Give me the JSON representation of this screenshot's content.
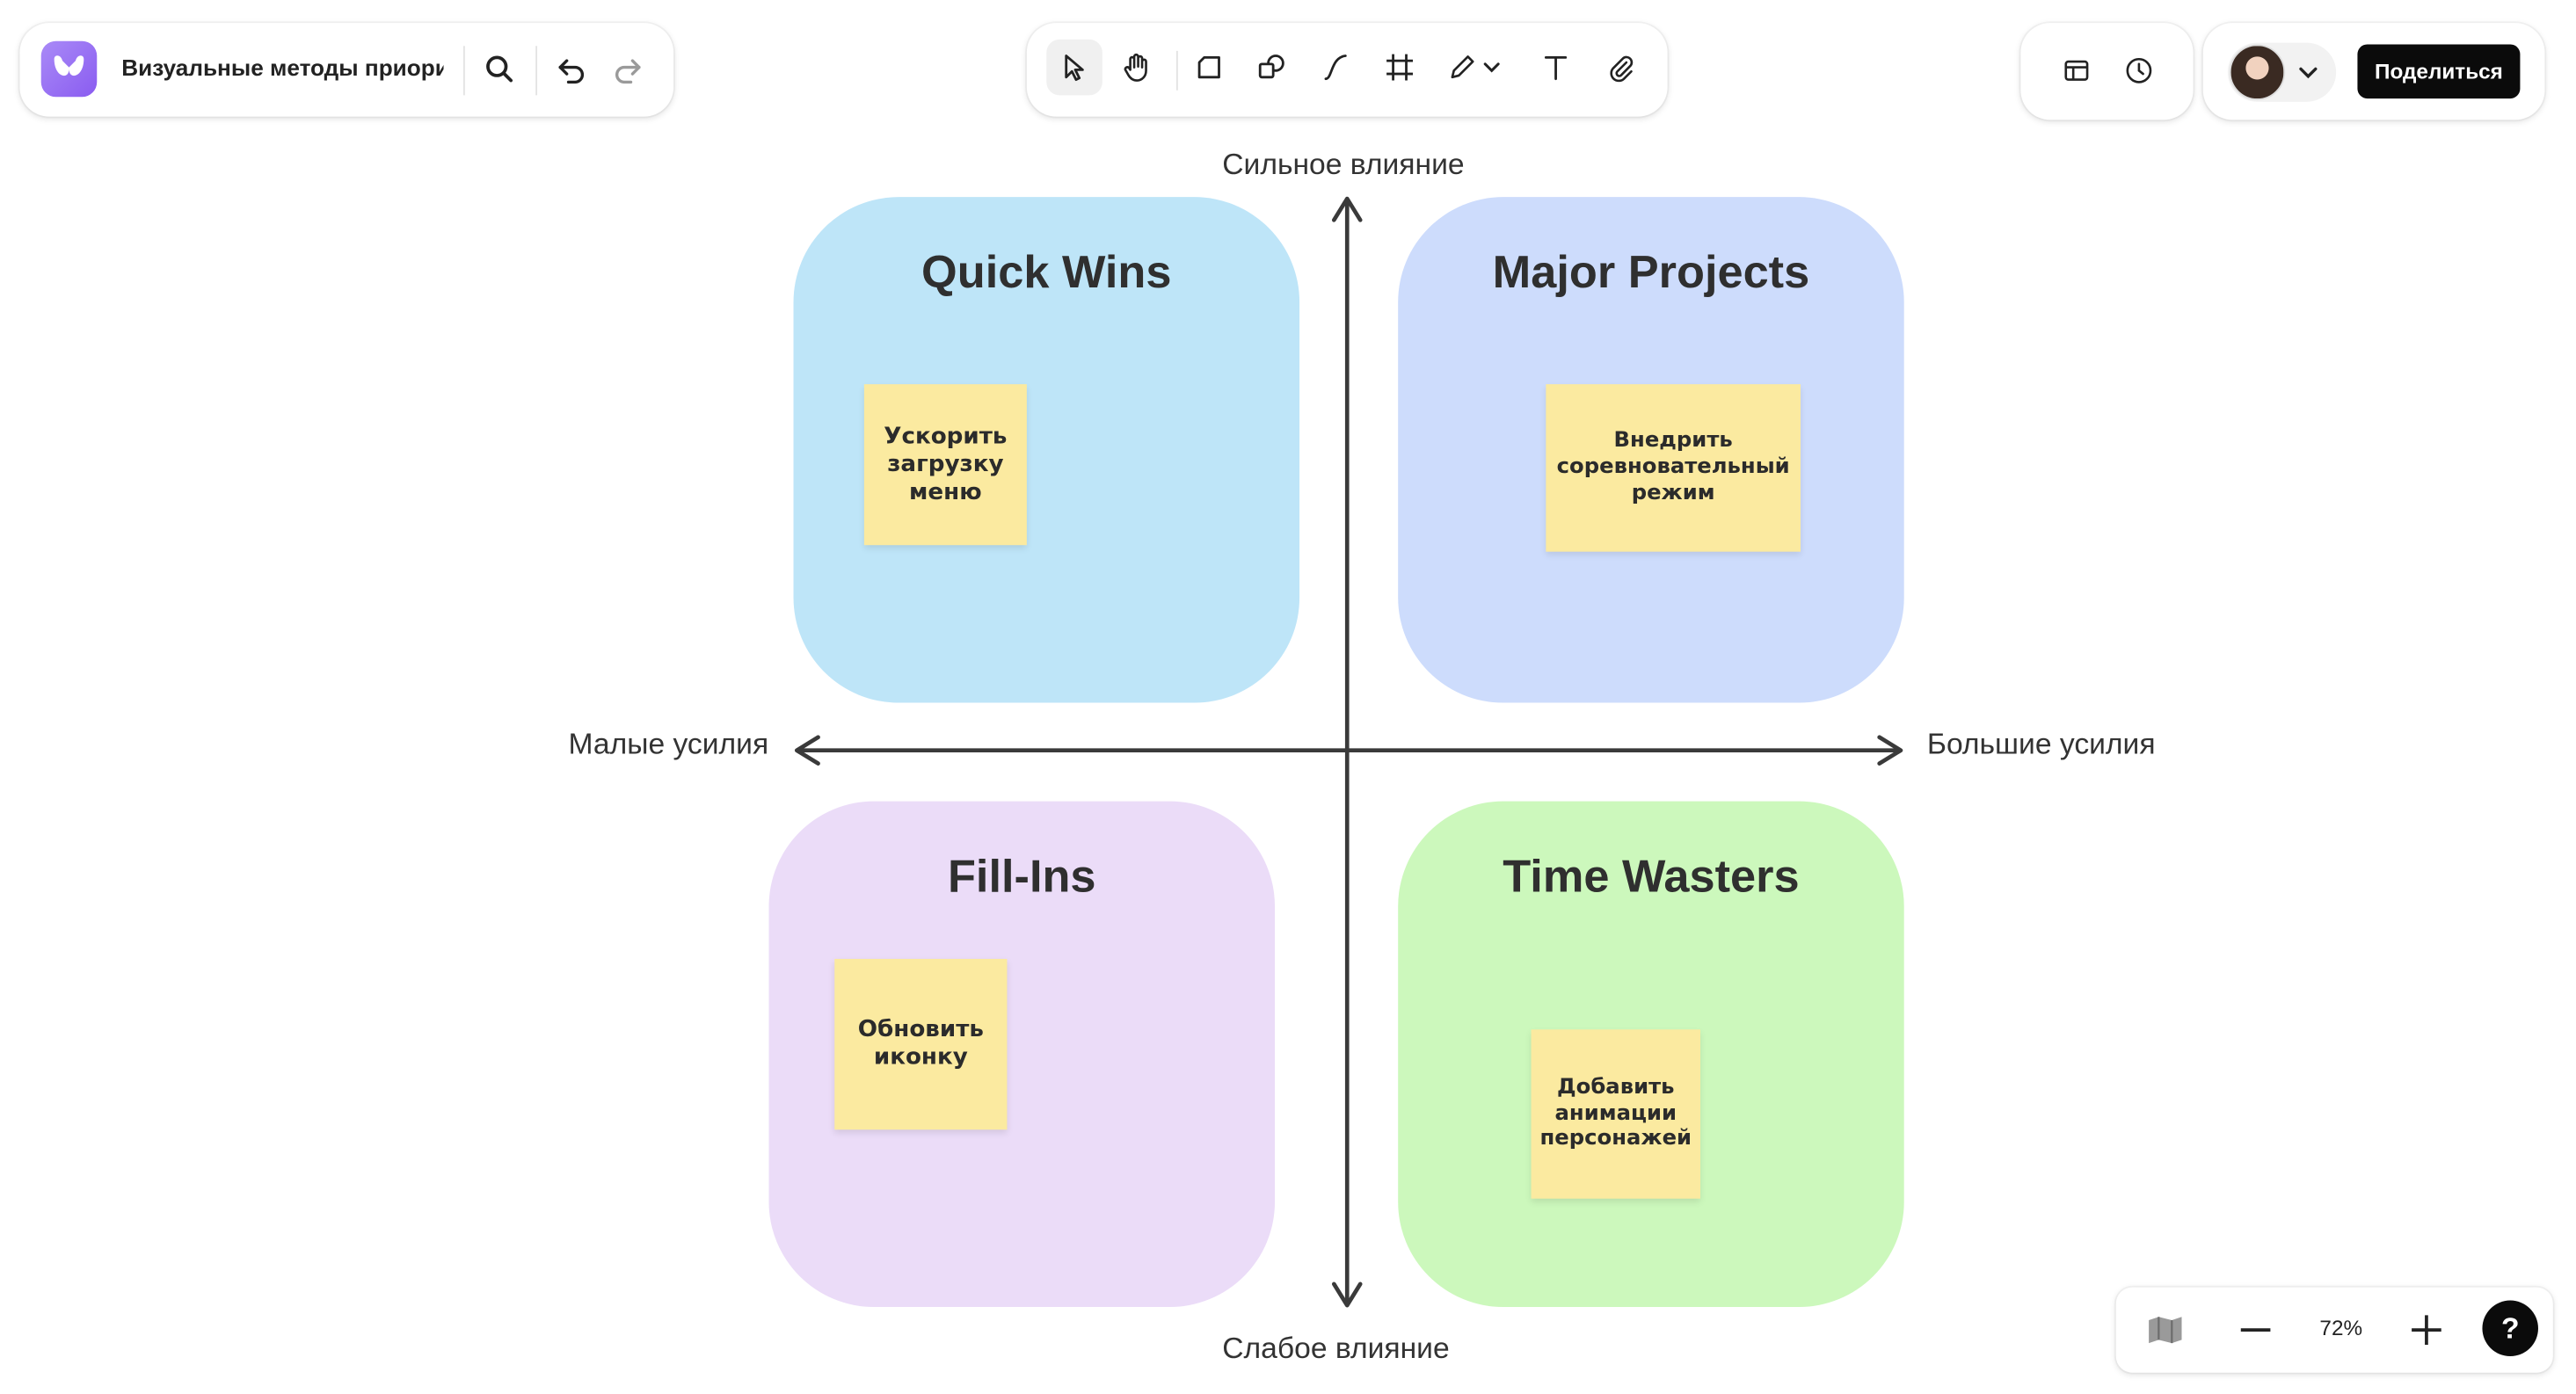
{
  "app": {
    "board_title": "Визуальные методы приоритизации",
    "share_label": "Поделиться"
  },
  "toolbar": {
    "tools": [
      "select",
      "hand",
      "sticky-note",
      "shapes",
      "connector",
      "frame",
      "pen",
      "text",
      "attach"
    ]
  },
  "matrix": {
    "axis": {
      "top": "Сильное влияние",
      "bottom": "Слабое влияние",
      "left": "Малые усилия",
      "right": "Большие усилия"
    },
    "quadrants": [
      {
        "title": "Quick Wins",
        "color": "#bee5f8",
        "note": "Ускорить загрузку меню"
      },
      {
        "title": "Major Projects",
        "color": "#cddcfc",
        "note": "Внедрить соревновательный режим"
      },
      {
        "title": "Fill-Ins",
        "color": "#ebdcf8",
        "note": "Обновить иконку"
      },
      {
        "title": "Time Wasters",
        "color": "#ccf8bc",
        "note": "Добавить анимации персонажей"
      }
    ]
  },
  "zoom": {
    "level": "72%",
    "help_label": "?"
  },
  "colors": {
    "accent": "#9b6cf2",
    "sticky": "#fbeaa0",
    "share_bg": "#0b0b0b"
  }
}
